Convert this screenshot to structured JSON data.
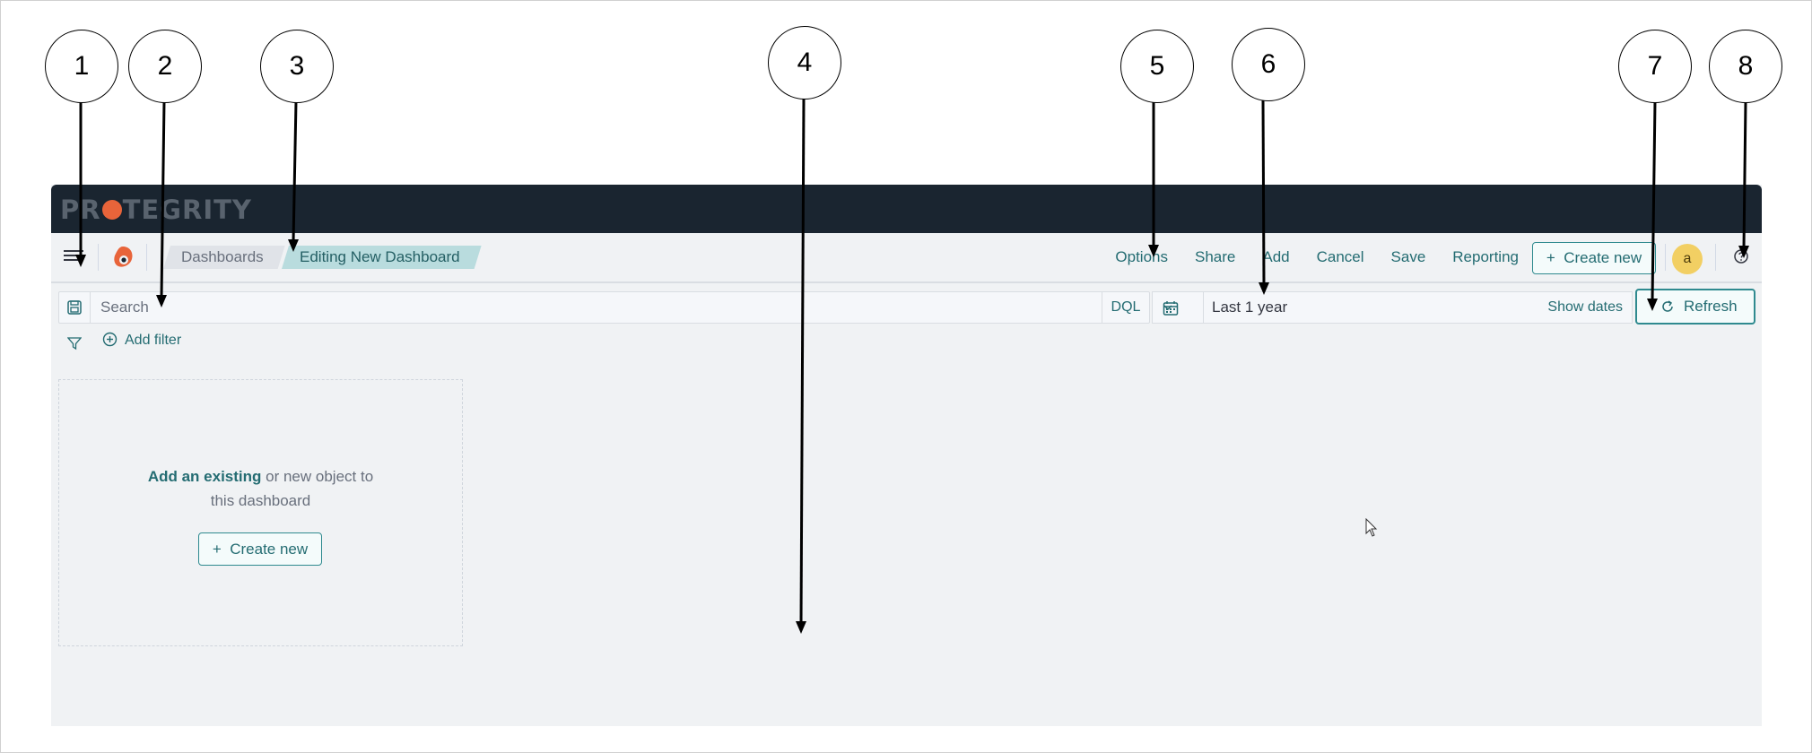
{
  "brand": {
    "logo_text_1": "PR",
    "logo_text_2": "TEGRITY"
  },
  "navbar": {
    "breadcrumbs": [
      "Dashboards",
      "Editing New Dashboard"
    ],
    "links": [
      "Options",
      "Share",
      "Add",
      "Cancel",
      "Save",
      "Reporting"
    ],
    "create_new_label": "Create new",
    "avatar_initial": "a"
  },
  "query": {
    "placeholder": "Search",
    "language_label": "DQL",
    "date_range": "Last 1 year",
    "show_dates_label": "Show dates",
    "refresh_label": "Refresh"
  },
  "filters": {
    "add_filter_label": "Add filter"
  },
  "empty_panel": {
    "link_text": "Add an existing",
    "text_after_link": " or new object to",
    "line2": "this dashboard",
    "create_new_label": "Create new"
  },
  "callouts": [
    "1",
    "2",
    "3",
    "4",
    "5",
    "6",
    "7",
    "8"
  ],
  "colors": {
    "accent": "#246c72",
    "brandbar": "#1a2530",
    "brand_orange": "#e8643a"
  }
}
